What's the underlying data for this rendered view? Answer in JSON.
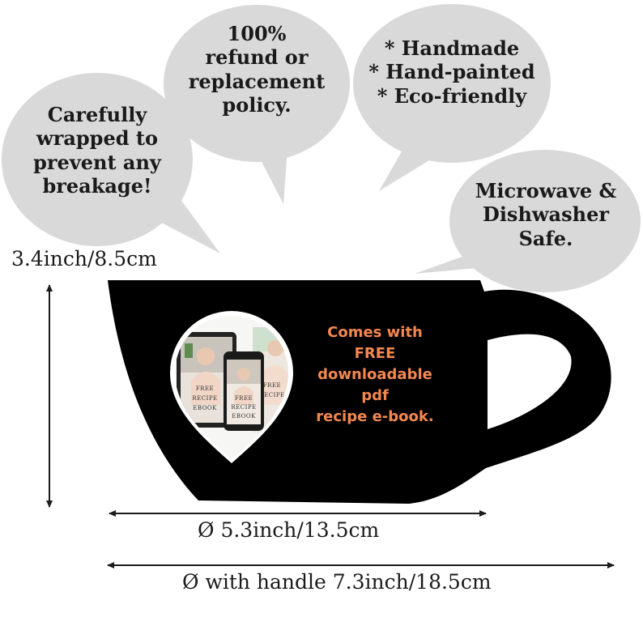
{
  "bubbles": {
    "wrapped": [
      "Carefully",
      "wrapped to",
      "prevent any",
      "breakage!"
    ],
    "refund": [
      "100%",
      "refund or",
      "replacement",
      "policy."
    ],
    "features": [
      "* Handmade",
      "* Hand-painted",
      "* Eco-friendly"
    ],
    "safe": [
      "Microwave &",
      "Dishwasher",
      "Safe."
    ]
  },
  "promo": [
    "Comes with",
    "FREE",
    "downloadable",
    "pdf",
    "recipe e-book."
  ],
  "ebook_cover": [
    "FREE",
    "RECIPE",
    "EBOOK"
  ],
  "dimensions": {
    "height": "3.4inch/8.5cm",
    "diameter": "Ø 5.3inch/13.5cm",
    "with_handle": "Ø with handle 7.3inch/18.5cm"
  },
  "colors": {
    "bubble": "#d9d9d9",
    "cup": "#000000",
    "promo_text": "#f4884f"
  }
}
